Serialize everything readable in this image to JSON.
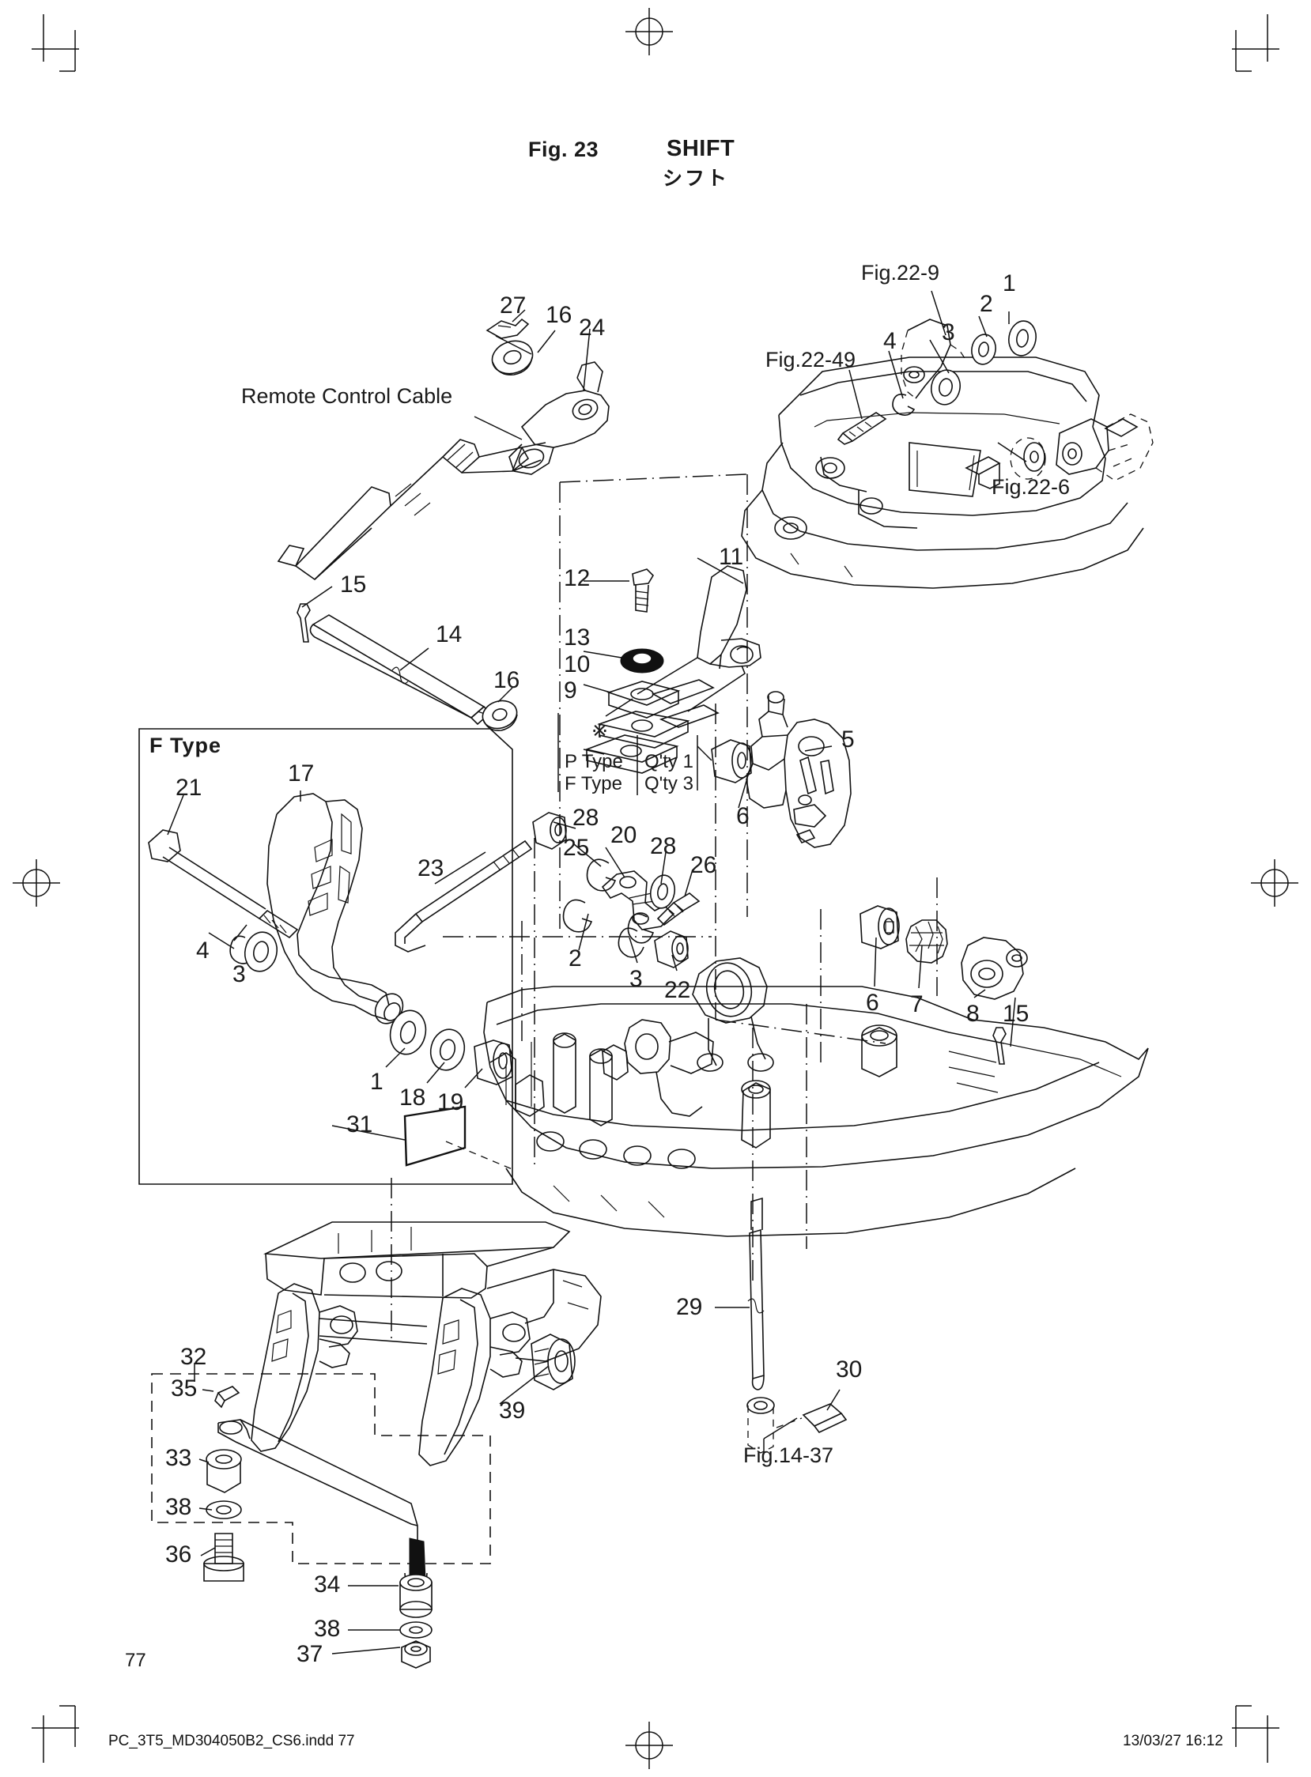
{
  "header": {
    "figure_label": "Fig. 23",
    "title_en": "SHIFT",
    "title_jp": "シフト"
  },
  "annotations": {
    "remote_control_cable": "Remote Control Cable",
    "f_type_box": "F Type",
    "kome_symbol": "※",
    "qty_table": {
      "rows": [
        {
          "type": "P Type",
          "qty": "Q'ty 1"
        },
        {
          "type": "F Type",
          "qty": "Q'ty 3"
        }
      ]
    }
  },
  "cross_references": [
    {
      "id": "ref-fig-22-9",
      "label": "Fig.22-9"
    },
    {
      "id": "ref-fig-22-49",
      "label": "Fig.22-49"
    },
    {
      "id": "ref-fig-22-6",
      "label": "Fig.22-6"
    },
    {
      "id": "ref-fig-14-37",
      "label": "Fig.14-37"
    }
  ],
  "callouts": [
    {
      "id": "c-27",
      "num": "27"
    },
    {
      "id": "c-16a",
      "num": "16"
    },
    {
      "id": "c-24",
      "num": "24"
    },
    {
      "id": "c-1a",
      "num": "1"
    },
    {
      "id": "c-2a",
      "num": "2"
    },
    {
      "id": "c-3a",
      "num": "3"
    },
    {
      "id": "c-4a",
      "num": "4"
    },
    {
      "id": "c-15a",
      "num": "15"
    },
    {
      "id": "c-14",
      "num": "14"
    },
    {
      "id": "c-16b",
      "num": "16"
    },
    {
      "id": "c-12",
      "num": "12"
    },
    {
      "id": "c-11",
      "num": "11"
    },
    {
      "id": "c-13",
      "num": "13"
    },
    {
      "id": "c-10",
      "num": "10"
    },
    {
      "id": "c-9",
      "num": "9"
    },
    {
      "id": "c-5",
      "num": "5"
    },
    {
      "id": "c-6a",
      "num": "6"
    },
    {
      "id": "c-21",
      "num": "21"
    },
    {
      "id": "c-17",
      "num": "17"
    },
    {
      "id": "c-23",
      "num": "23"
    },
    {
      "id": "c-28a",
      "num": "28"
    },
    {
      "id": "c-25",
      "num": "25"
    },
    {
      "id": "c-20",
      "num": "20"
    },
    {
      "id": "c-28b",
      "num": "28"
    },
    {
      "id": "c-26",
      "num": "26"
    },
    {
      "id": "c-4b",
      "num": "4"
    },
    {
      "id": "c-3b",
      "num": "3"
    },
    {
      "id": "c-2b",
      "num": "2"
    },
    {
      "id": "c-3c",
      "num": "3"
    },
    {
      "id": "c-22",
      "num": "22"
    },
    {
      "id": "c-6b",
      "num": "6"
    },
    {
      "id": "c-7",
      "num": "7"
    },
    {
      "id": "c-8",
      "num": "8"
    },
    {
      "id": "c-15b",
      "num": "15"
    },
    {
      "id": "c-1b",
      "num": "1"
    },
    {
      "id": "c-18",
      "num": "18"
    },
    {
      "id": "c-19",
      "num": "19"
    },
    {
      "id": "c-31",
      "num": "31"
    },
    {
      "id": "c-29",
      "num": "29"
    },
    {
      "id": "c-30",
      "num": "30"
    },
    {
      "id": "c-32",
      "num": "32"
    },
    {
      "id": "c-35",
      "num": "35"
    },
    {
      "id": "c-33",
      "num": "33"
    },
    {
      "id": "c-38a",
      "num": "38"
    },
    {
      "id": "c-36",
      "num": "36"
    },
    {
      "id": "c-34",
      "num": "34"
    },
    {
      "id": "c-38b",
      "num": "38"
    },
    {
      "id": "c-37",
      "num": "37"
    },
    {
      "id": "c-39",
      "num": "39"
    }
  ],
  "footer": {
    "page_number": "77",
    "file_name": "PC_3T5_MD304050B2_CS6.indd   77",
    "timestamp": "13/03/27   16:12"
  }
}
